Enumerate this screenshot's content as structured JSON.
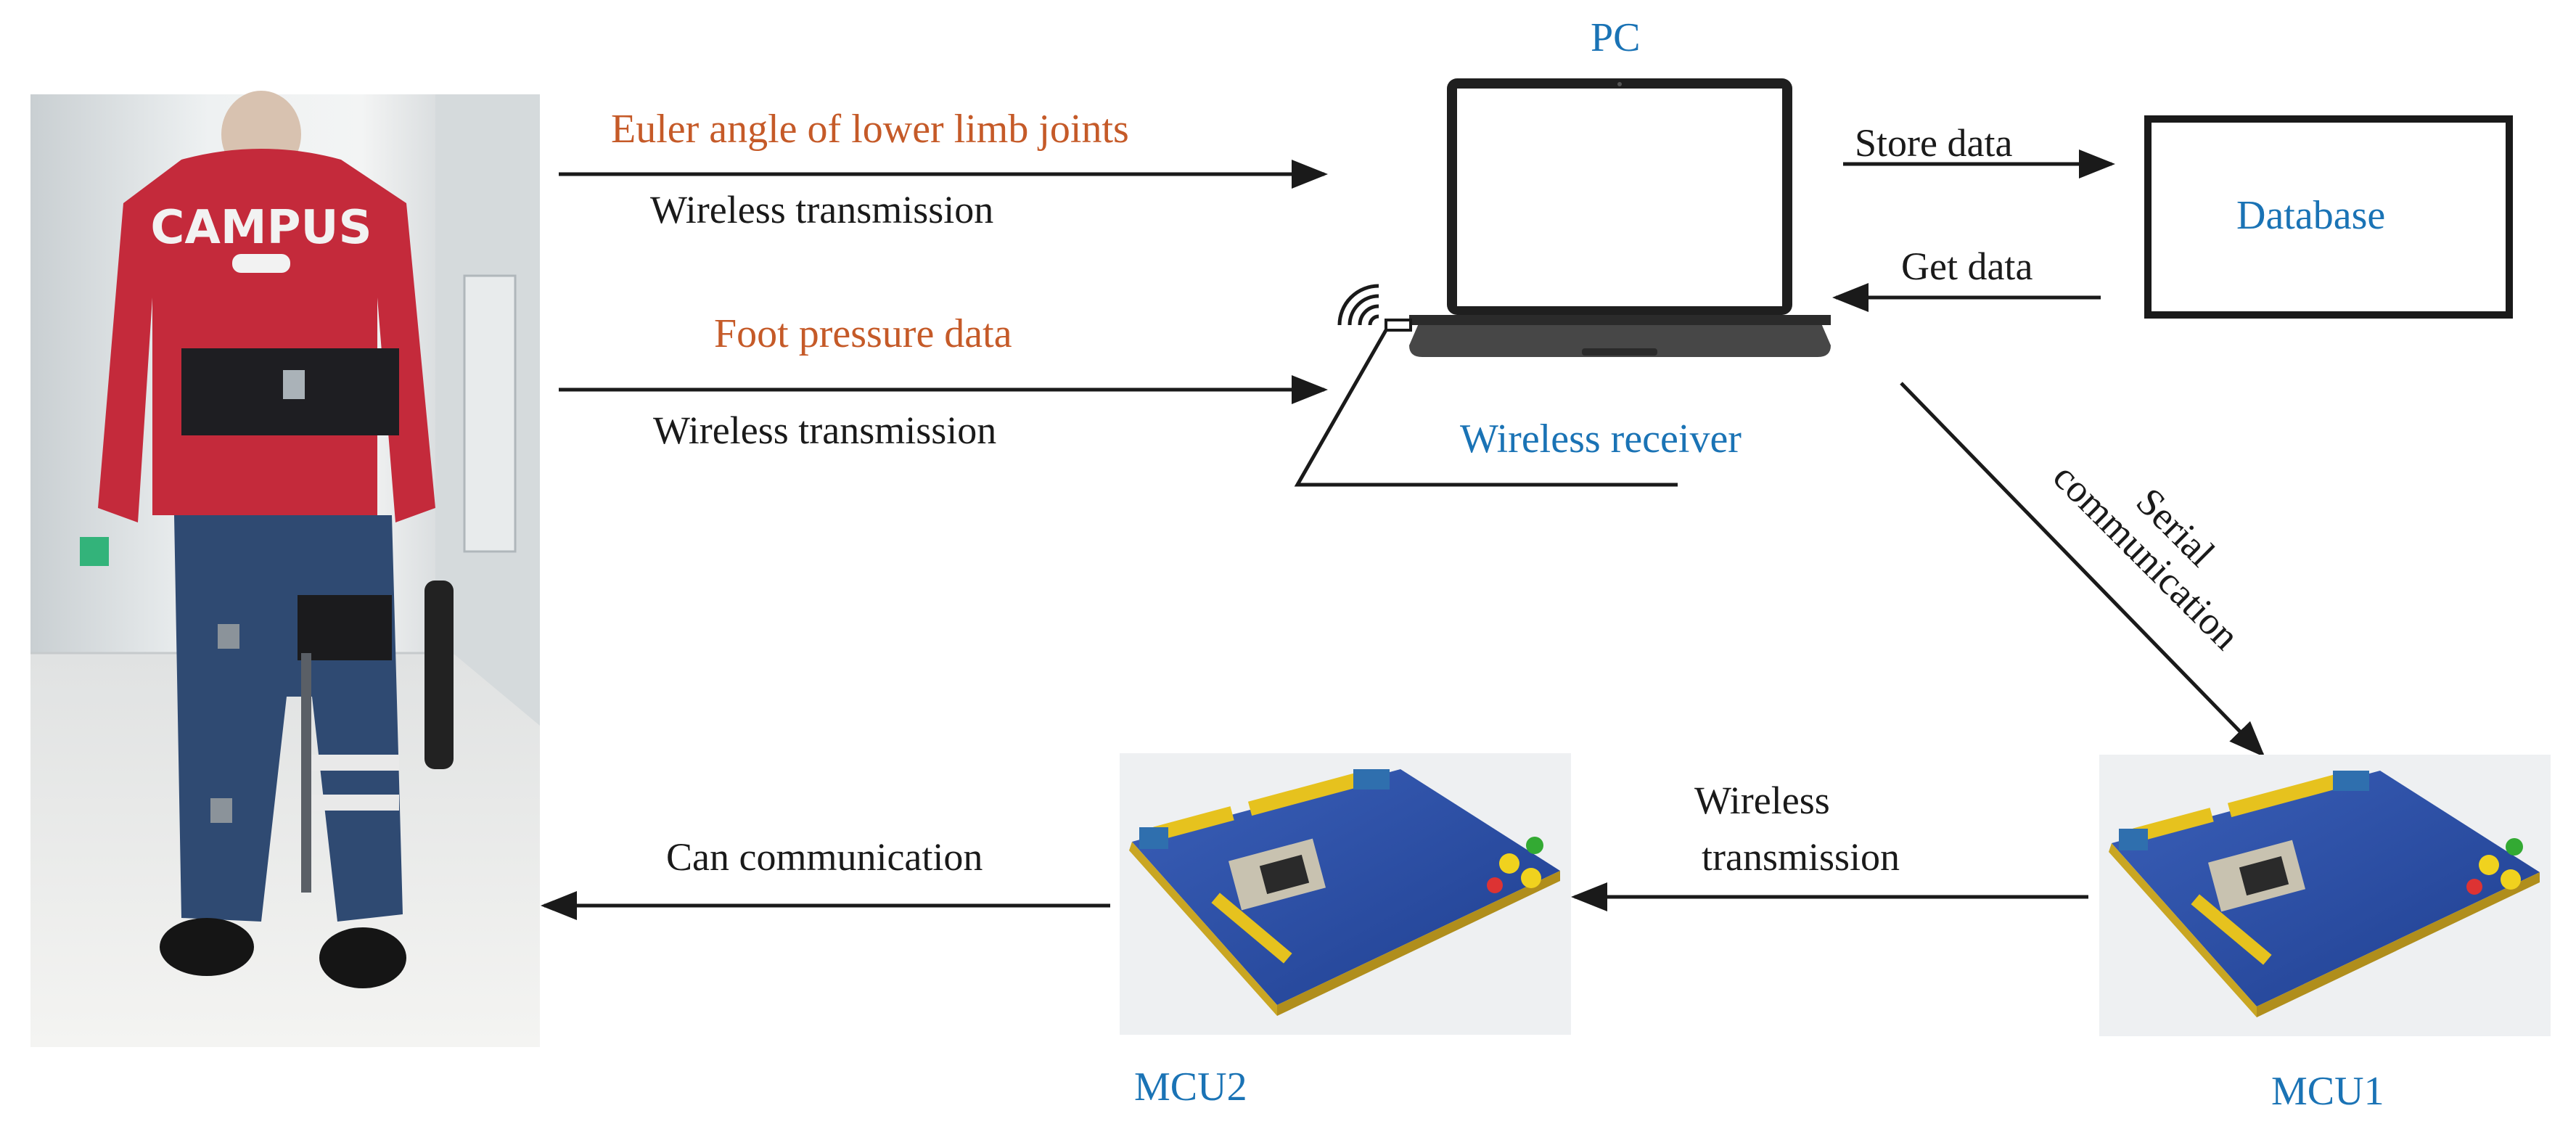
{
  "pc": {
    "label": "PC"
  },
  "database": {
    "label": "Database"
  },
  "wireless_receiver": {
    "label": "Wireless receiver"
  },
  "arrows": {
    "euler": {
      "top": "Euler angle of lower limb joints",
      "bottom": "Wireless transmission"
    },
    "foot": {
      "top": "Foot pressure data",
      "bottom": "Wireless transmission"
    },
    "store": "Store data",
    "get": "Get data",
    "serial": [
      "Serial",
      "communication"
    ],
    "mcu_wireless": [
      "Wireless",
      "transmission"
    ],
    "can": "Can communication"
  },
  "mcu1": {
    "label": "MCU1"
  },
  "mcu2": {
    "label": "MCU2"
  },
  "photo": {
    "shirt_text": "CAMPUS"
  },
  "colors": {
    "orange": "#c55a28",
    "blue": "#1a73b5",
    "line": "#1a1a1a"
  }
}
